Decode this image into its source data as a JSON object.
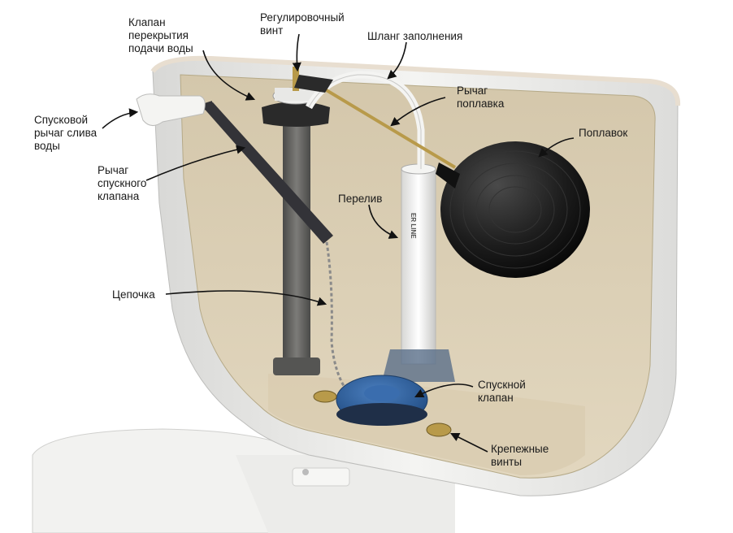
{
  "labels": {
    "shutoff_valve": "Клапан\nперекрытия\nподачи воды",
    "adjust_screw": "Регулировочный\nвинт",
    "fill_hose": "Шланг заполнения",
    "flush_handle": "Спусковой\nрычаг слива\nводы",
    "float_arm": "Рычаг\nпоплавка",
    "float_ball": "Поплавок",
    "flush_lever": "Рычаг\nспускного\nклапана",
    "overflow": "Перелив",
    "chain": "Цепочка",
    "flush_valve": "Спускной\nклапан",
    "mount_bolts": "Крепежные\nвинты",
    "overflow_tube_print": "ER LINE"
  },
  "colors": {
    "tank_inner": "#d9cdb2",
    "porcelain": "#eeeeec",
    "fill_valve": "#5f5e5c",
    "float": "#1a1a1a",
    "flapper": "#2c5f9e",
    "brass": "#b89a4a"
  }
}
